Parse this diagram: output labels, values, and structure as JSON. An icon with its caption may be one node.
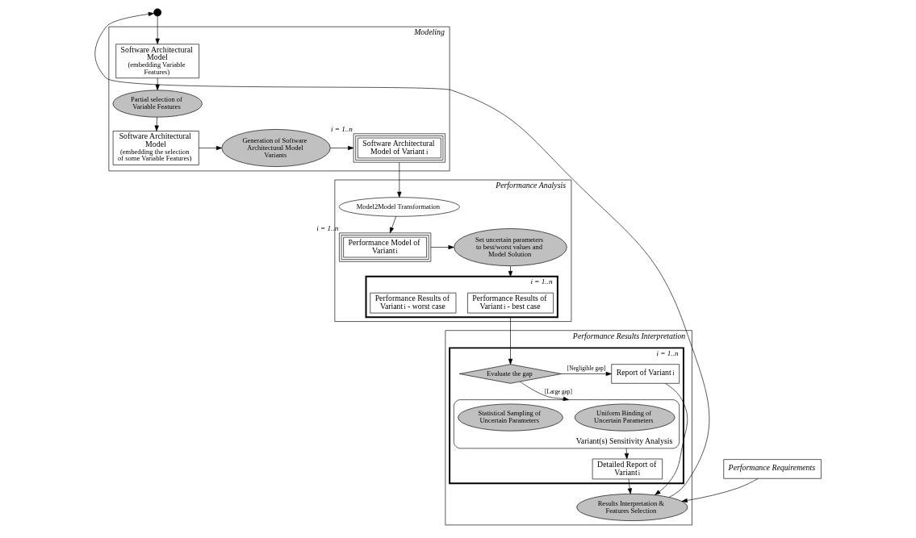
{
  "diagram": {
    "nodes": [
      {
        "text": [
          "Modeling"
        ]
      },
      {
        "text": [
          "Software Architectural Model",
          "(embedding Variable Features)"
        ],
        "in": 0
      },
      {
        "text": [
          "Partial selection of Variable Features"
        ],
        "in": 0
      },
      {
        "text": [
          "Software Architectural Model",
          "(embedding the selection of some Variable Features)"
        ],
        "in": 0
      },
      {
        "text": [
          "Generation of Software Architectural Model Variants"
        ],
        "in": 0
      },
      {
        "text": [
          "Software Architectural Model of Variant$_{i}$"
        ],
        "beside": [
          "i = 1..n"
        ],
        "in": 0
      },
      {
        "text": [
          "Performance Analysis"
        ]
      },
      {
        "text": [
          "Model2Model Transformation"
        ],
        "in": 6
      },
      {
        "text": [
          "Performance Model of Variant$_{i}$"
        ],
        "beside": [
          "i = 1..n"
        ],
        "in": 6
      },
      {
        "text": [
          "Set uncertain parameters to best/worst values and Model Solution"
        ],
        "in": 6
      },
      {
        "text": [],
        "shape": "box",
        "beside": [
          "i = 1..n"
        ],
        "in": 6
      },
      {
        "text": [
          "Performance Results of Variant$_{i}$ - best case"
        ],
        "in": 10
      },
      {
        "text": [
          "Performance Results of Variant$_{i}$ - worst case"
        ],
        "in": 10
      },
      {
        "text": [
          "Performance Results Interpretation"
        ]
      },
      {
        "text": [],
        "shape": "box",
        "beside": [
          "i = 1..n"
        ],
        "in": 13
      },
      {
        "text": [
          "Report of Variant$_{i}$"
        ],
        "in": 14
      },
      {
        "text": [
          "Evaluate the gap"
        ],
        "in": 14
      },
      {
        "text": [
          "Detailed Report of Variant$_{i}$"
        ],
        "in": 14
      },
      {
        "text": [
          "Variant(s) Sensitivity Analysis"
        ],
        "in": 14
      },
      {
        "text": [
          "Uniform Binding of Uncertain Parameters"
        ],
        "in": 18
      },
      {
        "text": [
          "Statistical Sampling of Uncertain Parameters"
        ],
        "in": 18
      },
      {
        "text": [
          "Results Interpretation & Features Selection"
        ],
        "in": 13
      },
      {
        "text": [
          "Performance Requirements"
        ]
      },
      {
        "text": [],
        "shape": "circle"
      }
    ],
    "edges": [
      {
        "from": 23,
        "to": 1,
        "arrow": "to"
      },
      {
        "from": 1,
        "to": 2,
        "arrow": "to"
      },
      {
        "from": 2,
        "to": 3,
        "arrow": "to"
      },
      {
        "from": 3,
        "to": 4,
        "arrow": "to"
      },
      {
        "from": 4,
        "to": 5,
        "arrow": "to"
      },
      {
        "from": 5,
        "to": 7,
        "arrow": "to"
      },
      {
        "from": 7,
        "to": 8,
        "arrow": "to"
      },
      {
        "from": 8,
        "to": 9,
        "arrow": "to"
      },
      {
        "from": 9,
        "to": 10,
        "arrow": "to"
      },
      {
        "from": 10,
        "to": 16,
        "arrow": "to"
      },
      {
        "from": 16,
        "to": 15,
        "arrow": "to",
        "label": "[Negligible gap]"
      },
      {
        "from": 16,
        "to": 18,
        "arrow": "to",
        "label": "[Large gap]"
      },
      {
        "from": 18,
        "to": 17,
        "arrow": "to"
      },
      {
        "from": 15,
        "to": 21,
        "arrow": "to"
      },
      {
        "from": 17,
        "to": 21,
        "arrow": "to"
      },
      {
        "from": 22,
        "to": 21,
        "arrow": "to"
      },
      {
        "from": 21,
        "to": 23,
        "arrow": "to"
      }
    ]
  }
}
